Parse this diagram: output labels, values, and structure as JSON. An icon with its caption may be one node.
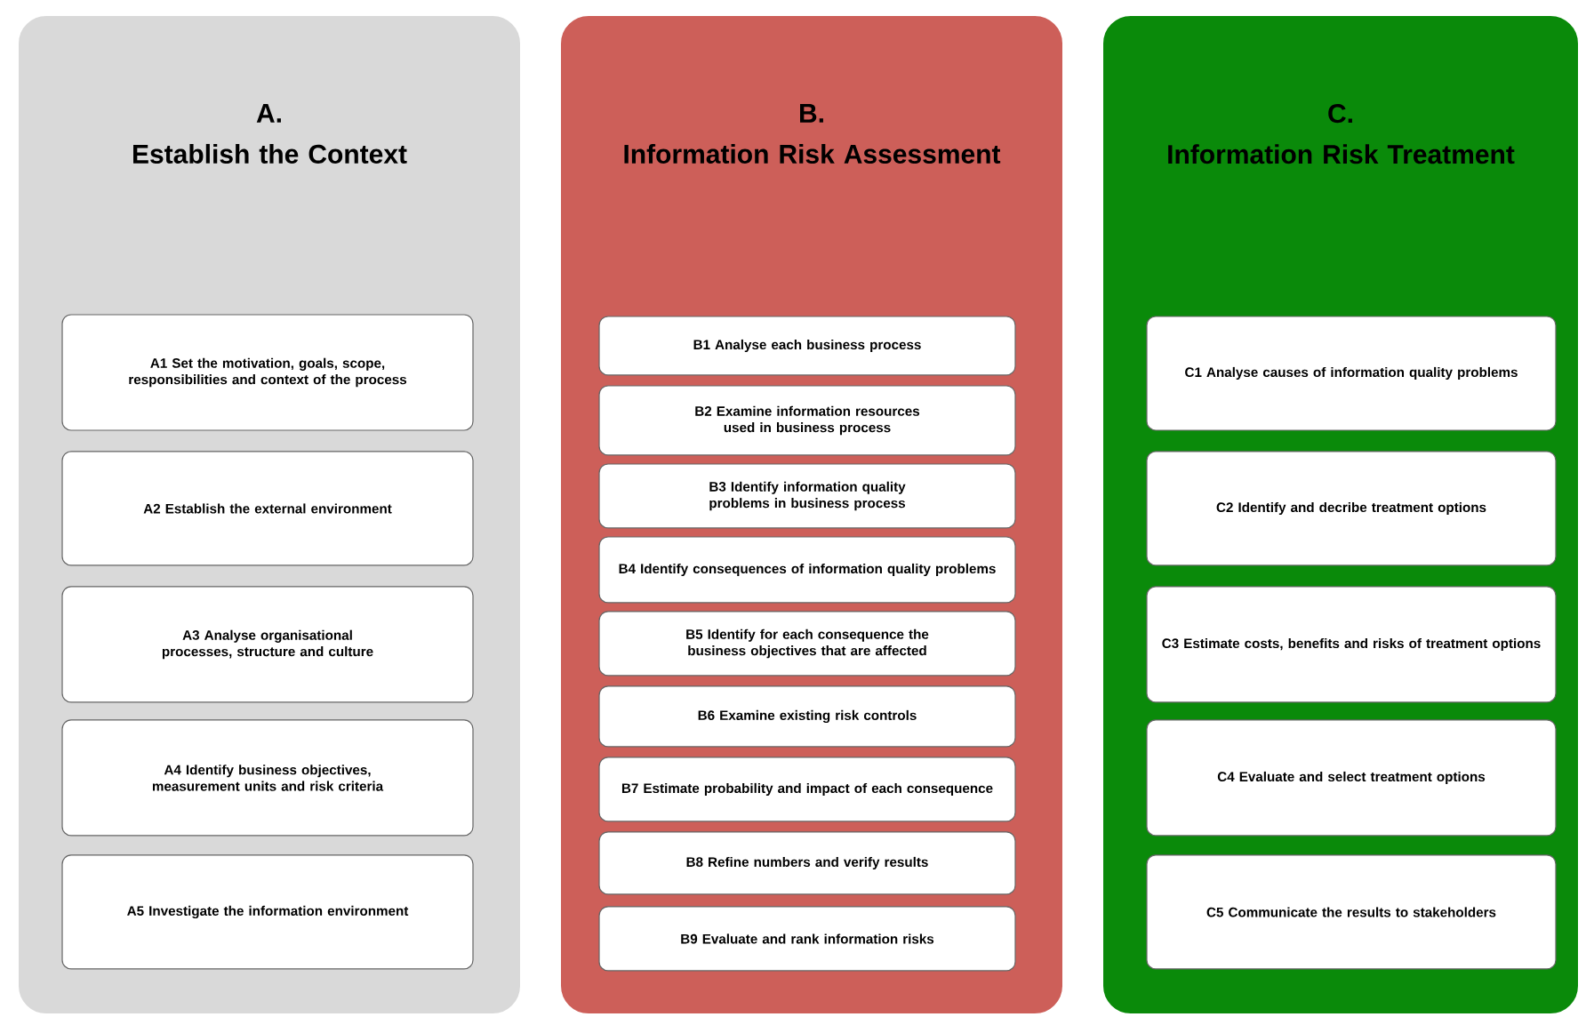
{
  "diagram": {
    "nodes": [
      {
        "text": [
          "A.",
          "Establish the Context"
        ]
      },
      {
        "text": [
          "A1 Set the motivation, goals, scope, responsibilities and context of the process"
        ],
        "in": 0
      },
      {
        "text": [
          "A2 Establish the external environment"
        ],
        "in": 0
      },
      {
        "text": [
          "A3 Analyse organisational processes, structure and culture"
        ],
        "in": 0
      },
      {
        "text": [
          "A4 Identify business objectives, measurement units and risk criteria"
        ],
        "in": 0
      },
      {
        "text": [
          "A5 Investigate the information environment"
        ],
        "in": 0
      },
      {
        "text": [
          "B.",
          "Information Risk Assessment"
        ]
      },
      {
        "text": [
          "B1 Analyse each business process"
        ],
        "in": 6
      },
      {
        "text": [
          "B2 Examine information resources used in business process"
        ],
        "in": 6
      },
      {
        "text": [
          "B3 Identify information quality problems in business process"
        ],
        "in": 6
      },
      {
        "text": [
          "B4 Identify consequences of information quality problems"
        ],
        "in": 6
      },
      {
        "text": [
          "B5 Identify for each consequence the business objectives that are affected"
        ],
        "in": 6
      },
      {
        "text": [
          "B6 Examine existing risk controls"
        ],
        "in": 6
      },
      {
        "text": [
          "B7 Estimate probability and impact of each consequence"
        ],
        "in": 6
      },
      {
        "text": [
          "B8 Refine numbers and verify results"
        ],
        "in": 6
      },
      {
        "text": [
          "B9 Evaluate and rank information risks"
        ],
        "in": 6
      },
      {
        "text": [
          "C.",
          "Information Risk Treatment"
        ]
      },
      {
        "text": [
          "C1 Analyse causes of information quality problems"
        ],
        "in": 16
      },
      {
        "text": [
          "C2 Identify and decribe treatment options"
        ],
        "in": 16
      },
      {
        "text": [
          "C3 Estimate costs, benefits and risks of treatment options"
        ],
        "in": 16
      },
      {
        "text": [
          "C4 Evaluate and select treatment options"
        ],
        "in": 16
      },
      {
        "text": [
          "C5 Communicate the results to stakeholders"
        ],
        "in": 16
      }
    ]
  }
}
